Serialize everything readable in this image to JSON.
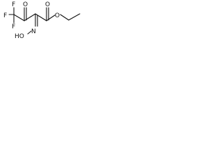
{
  "molecule": {
    "atoms": {
      "f_top": "F",
      "f_left": "F",
      "f_bottom": "F",
      "o_ketone": "O",
      "o_ester_carbonyl": "O",
      "o_ester": "O",
      "oxime_group": "HO",
      "oxime_n": "N"
    }
  }
}
